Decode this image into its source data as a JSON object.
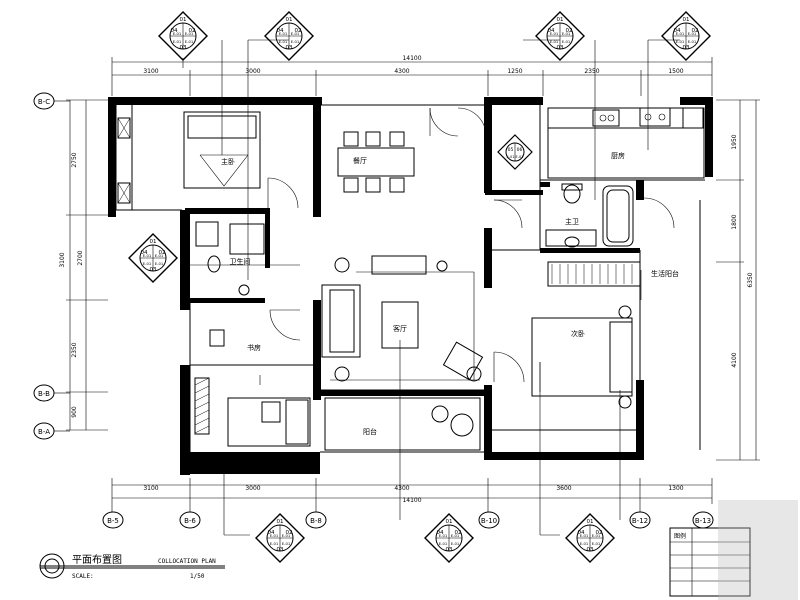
{
  "title": {
    "cn": "平面布置图",
    "en": "COLLOCATION PLAN",
    "scale_label": "SCALE:",
    "scale_value": "1/50"
  },
  "dimensions": {
    "top_total": "14100",
    "top_segments": [
      "3100",
      "3000",
      "4300",
      "1250",
      "2350",
      "1500"
    ],
    "bottom_total": "14100",
    "bottom_segments": [
      "3100",
      "3000",
      "4300",
      "3600",
      "1300"
    ],
    "left_segments": [
      "2750",
      "2700",
      "2350",
      "900"
    ],
    "left_inner": "3100",
    "right_segments": [
      "1950",
      "1800",
      "4100"
    ],
    "right_total": "6350"
  },
  "axes": {
    "left": [
      "B-C",
      "B-B",
      "B-A"
    ],
    "bottom": [
      "B-5",
      "B-6",
      "B-8",
      "B-10",
      "B-12",
      "B-13"
    ]
  },
  "rooms": {
    "master_bedroom": "主卧",
    "dining": "餐厅",
    "kitchen": "厨房",
    "bath_main": "主卫",
    "bath_second": "卫生间",
    "living": "客厅",
    "study": "书房",
    "balcony_front": "阳台",
    "balcony_side": "生活阳台",
    "bedroom_second": "次卧"
  },
  "index_marker": {
    "quadrants": [
      "01",
      "02",
      "03",
      "04"
    ],
    "sheet": "E-01",
    "small": [
      "05",
      "06"
    ]
  },
  "legend_rows": [
    "图例",
    "",
    "",
    "",
    ""
  ]
}
